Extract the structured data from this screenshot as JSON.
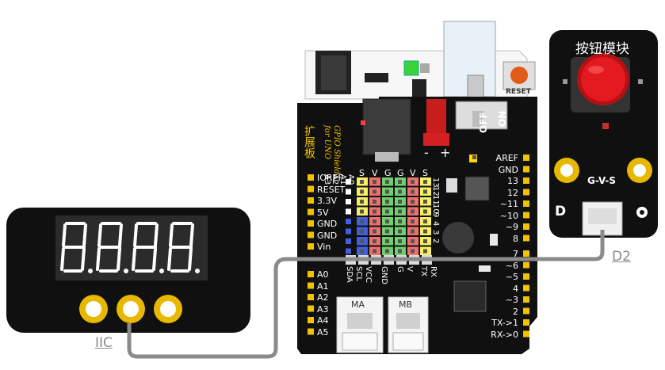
{
  "display_module": {
    "label": "IIC",
    "digits": "8.8.8.8."
  },
  "button_module": {
    "title": "按钮模块",
    "pins": "G-V-S",
    "type_letter": "D",
    "port_label": "D2"
  },
  "shield": {
    "name_cn": "扩展板",
    "name_en_line1": "GPIO Shield",
    "name_en_line2": "for UNO",
    "reset_label": "RESET",
    "switch_off": "OFF",
    "switch_on": "ON",
    "motor_ports": [
      "MA",
      "MB"
    ],
    "power_pins": [
      "IOREF",
      "RESET",
      "3.3V",
      "5V",
      "GND",
      "GND",
      "Vin"
    ],
    "analog_pins": [
      "A0",
      "A1",
      "A2",
      "A3",
      "A4",
      "A5"
    ],
    "digital_pins_top": [
      "AREF",
      "GND",
      "13",
      "12",
      "~11",
      "~10",
      "~9",
      "8"
    ],
    "digital_pins_bottom": [
      "7",
      "~6",
      "~5",
      "4",
      "~3",
      "2",
      "TX->1",
      "RX->0"
    ],
    "header_top_labels": [
      "S",
      "V",
      "G",
      "G",
      "V",
      "S"
    ],
    "header_col_labels": [
      "A0",
      "A1",
      "A2",
      "A3"
    ],
    "header_row_nums": [
      "13",
      "12",
      "11",
      "10",
      "9",
      "4",
      "3",
      "2"
    ],
    "i2c_labels": [
      "SDA",
      "SCL",
      "VCC",
      "GND",
      "G",
      "V",
      "TX",
      "RX"
    ],
    "pm_minus": "-",
    "pm_plus": "+"
  },
  "colors": {
    "module_black": "#111111",
    "led_red": "#ff3b3b",
    "gold": "#f2c200",
    "wire_gray": "#888888",
    "button_red": "#d81820",
    "header_yellow": "#f8f060",
    "header_red": "#f07070",
    "header_green": "#70d070",
    "header_blue": "#4060e0"
  }
}
